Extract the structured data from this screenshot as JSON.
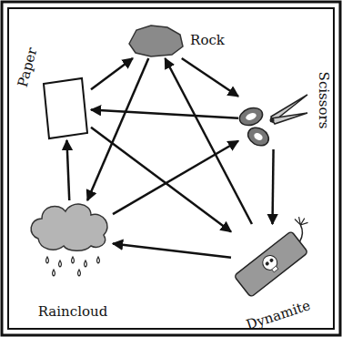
{
  "diagram": {
    "nodes": [
      {
        "text": [
          "Rock"
        ]
      },
      {
        "text": [
          "Paper"
        ]
      },
      {
        "text": [
          "Scissors"
        ]
      },
      {
        "text": [
          "Raincloud"
        ]
      },
      {
        "text": [
          "Dynamite"
        ]
      }
    ],
    "edges": [
      {
        "from": 1,
        "to": 0,
        "arrow": "to"
      },
      {
        "from": 0,
        "to": 2,
        "arrow": "to"
      },
      {
        "from": 2,
        "to": 4,
        "arrow": "to"
      },
      {
        "from": 4,
        "to": 3,
        "arrow": "to"
      },
      {
        "from": 3,
        "to": 1,
        "arrow": "to"
      },
      {
        "from": 2,
        "to": 1,
        "arrow": "to"
      },
      {
        "from": 1,
        "to": 4,
        "arrow": "to"
      },
      {
        "from": 4,
        "to": 0,
        "arrow": "to"
      },
      {
        "from": 0,
        "to": 3,
        "arrow": "to"
      },
      {
        "from": 3,
        "to": 2,
        "arrow": "to"
      }
    ]
  }
}
